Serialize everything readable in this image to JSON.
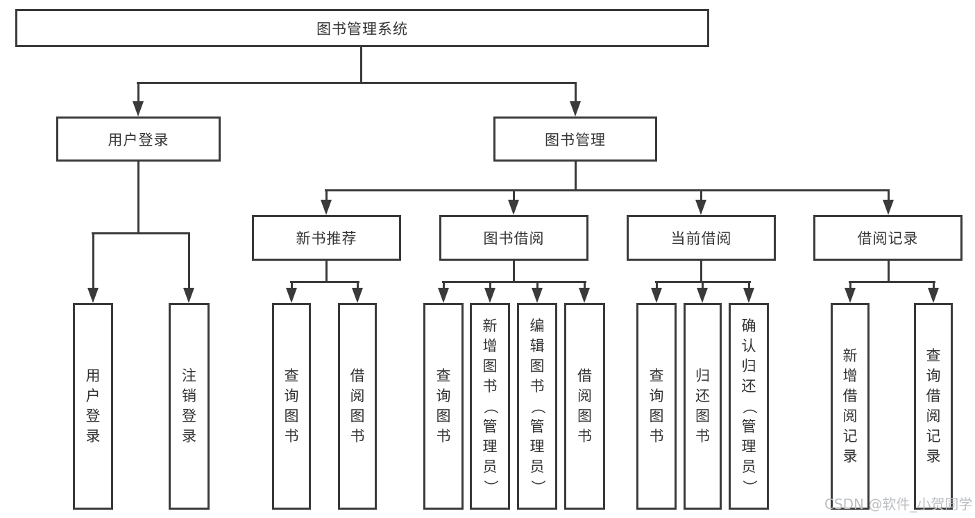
{
  "colors": {
    "line": "#3a3a3a",
    "text": "#333333",
    "background": "#ffffff",
    "watermark": "#bcbfc3"
  },
  "watermark": {
    "text": "CSDN @软件_小贺同学"
  },
  "tree": {
    "root": {
      "label": "图书管理系统"
    },
    "level2": [
      {
        "label": "用户登录",
        "children": [
          "用户登录",
          "注销登录"
        ]
      },
      {
        "label": "图书管理"
      }
    ],
    "level3": [
      {
        "label": "新书推荐",
        "children": [
          "查询图书",
          "借阅图书"
        ]
      },
      {
        "label": "图书借阅",
        "children": [
          "查询图书",
          "新增图书（管理员）",
          "编辑图书（管理员）",
          "借阅图书"
        ]
      },
      {
        "label": "当前借阅",
        "children": [
          "查询图书",
          "归还图书",
          "确认归还（管理员）"
        ]
      },
      {
        "label": "借阅记录",
        "children": [
          "新增借阅记录",
          "查询借阅记录"
        ]
      }
    ]
  }
}
